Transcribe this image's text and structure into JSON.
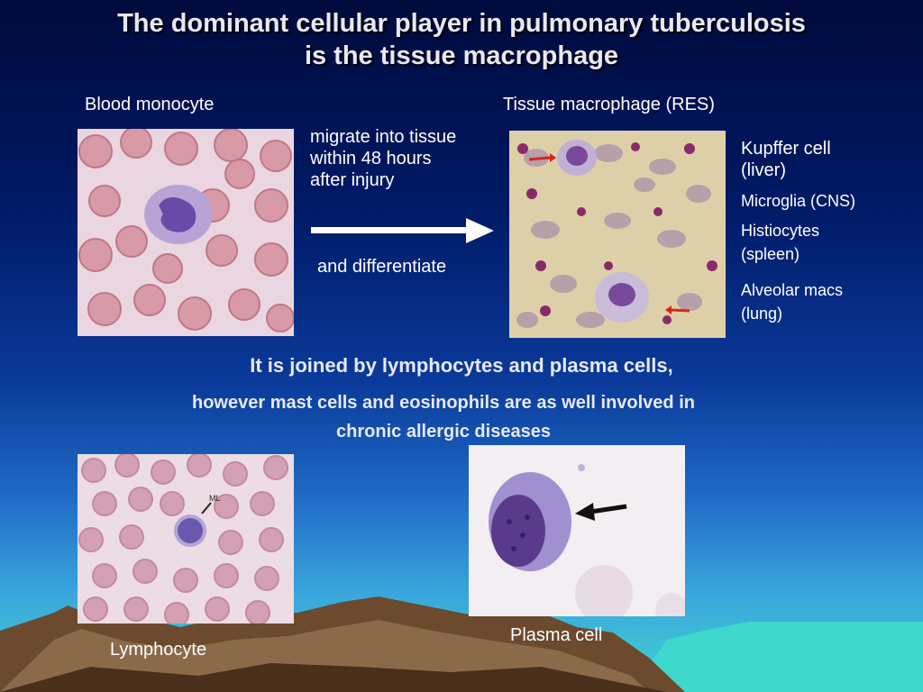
{
  "slide": {
    "title_line1": "The dominant cellular player in pulmonary tuberculosis",
    "title_line2": "is the tissue macrophage",
    "monocyte_label": "Blood monocyte",
    "macrophage_label": "Tissue macrophage (RES)",
    "migrate_line1": "migrate into tissue",
    "migrate_line2": "within 48 hours",
    "migrate_line3": "after injury",
    "differentiate": "and differentiate",
    "kupffer_line1": "Kupffer cell",
    "kupffer_line2": "(liver)",
    "microglia": "Microglia (CNS)",
    "histio_line1": "Histiocytes",
    "histio_line2": "(spleen)",
    "alveolar_line1": "Alveolar macs",
    "alveolar_line2": "(lung)",
    "joined_line1": "It is joined by lymphocytes and plasma cells,",
    "joined_line2": "however mast cells and eosinophils are as well involved  in",
    "joined_line3": "chronic allergic diseases",
    "lymphocyte_label": "Lymphocyte",
    "plasma_label": "Plasma cell",
    "ml_marker": "ML"
  },
  "colors": {
    "title": "#e8e8f4",
    "arrow_red": "#e02020",
    "mountain": "#6b4a2e"
  }
}
